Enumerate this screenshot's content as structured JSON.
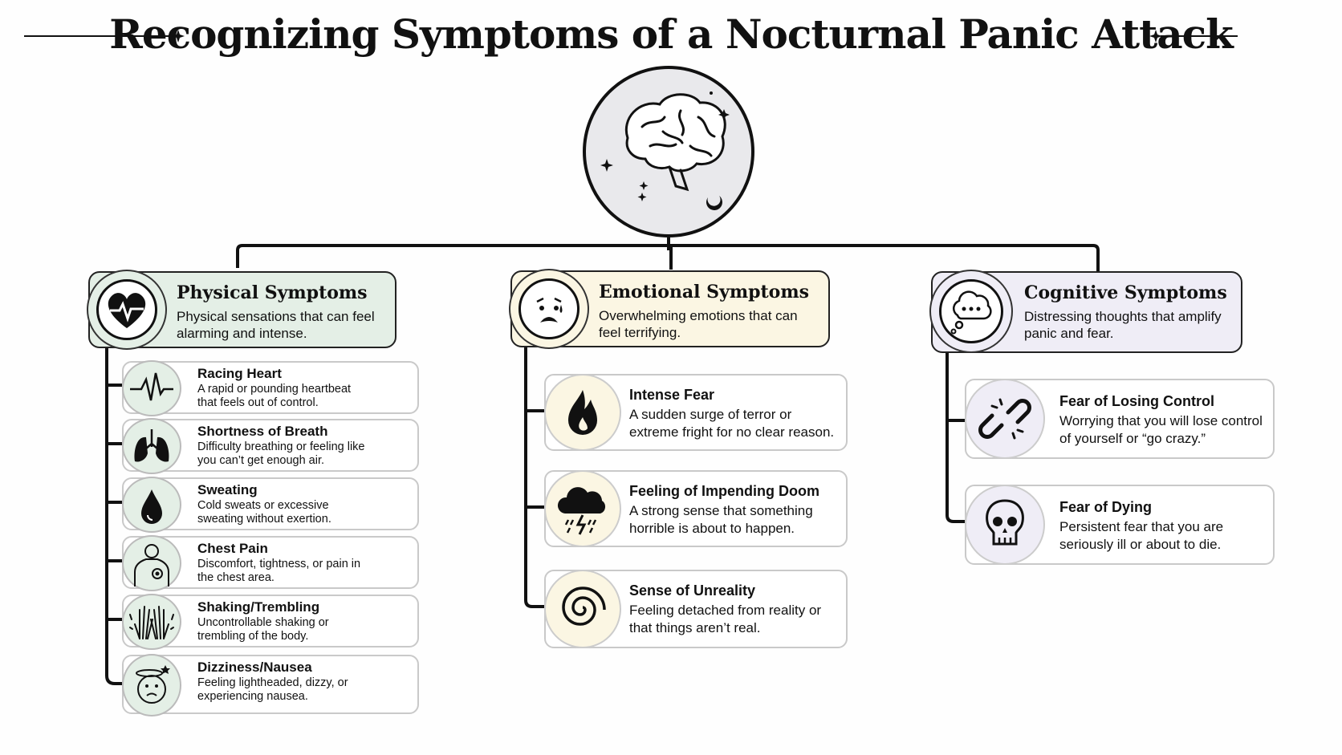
{
  "title": "Recognizing Symptoms of a Nocturnal Panic Attack",
  "hub_icon": "brain-moon-stars-icon",
  "colors": {
    "physical": "#e4efe6",
    "emotional": "#fbf6e3",
    "cognitive": "#efedf6",
    "line": "#111111"
  },
  "categories": [
    {
      "title": "Physical Symptoms",
      "description": "Physical sensations that can feel alarming and intense.",
      "icon": "heart-pulse-icon",
      "items": [
        {
          "title": "Racing Heart",
          "description": "A rapid or pounding heartbeat that feels out of control.",
          "icon": "heartbeat-line-icon"
        },
        {
          "title": "Shortness of Breath",
          "description": "Difficulty breathing or feeling like you can’t get enough air.",
          "icon": "lungs-icon"
        },
        {
          "title": "Sweating",
          "description": "Cold sweats or excessive sweating without exertion.",
          "icon": "droplet-icon"
        },
        {
          "title": "Chest Pain",
          "description": "Discomfort, tightness, or pain in the chest area.",
          "icon": "chest-pain-icon"
        },
        {
          "title": "Shaking/Trembling",
          "description": "Uncontrollable shaking or trembling of the body.",
          "icon": "shaking-hands-icon"
        },
        {
          "title": "Dizziness/Nausea",
          "description": "Feeling lightheaded, dizzy, or experiencing nausea.",
          "icon": "dizzy-face-icon"
        }
      ]
    },
    {
      "title": "Emotional Symptoms",
      "description": "Overwhelming emotions that can feel terrifying.",
      "icon": "anxious-face-icon",
      "items": [
        {
          "title": "Intense Fear",
          "description": "A sudden surge of terror or extreme fright for no clear reason.",
          "icon": "flame-icon"
        },
        {
          "title": "Feeling of Impending Doom",
          "description": "A strong sense that something horrible is about to happen.",
          "icon": "storm-cloud-icon"
        },
        {
          "title": "Sense of Unreality",
          "description": "Feeling detached from reality or that things aren’t real.",
          "icon": "spiral-icon"
        }
      ]
    },
    {
      "title": "Cognitive Symptoms",
      "description": "Distressing thoughts that amplify panic and fear.",
      "icon": "thought-bubble-icon",
      "items": [
        {
          "title": "Fear of Losing Control",
          "description": "Worrying that you will lose control of yourself or “go crazy.”",
          "icon": "broken-chain-icon"
        },
        {
          "title": "Fear of Dying",
          "description": "Persistent fear that you are seriously ill or about to die.",
          "icon": "skull-icon"
        }
      ]
    }
  ]
}
